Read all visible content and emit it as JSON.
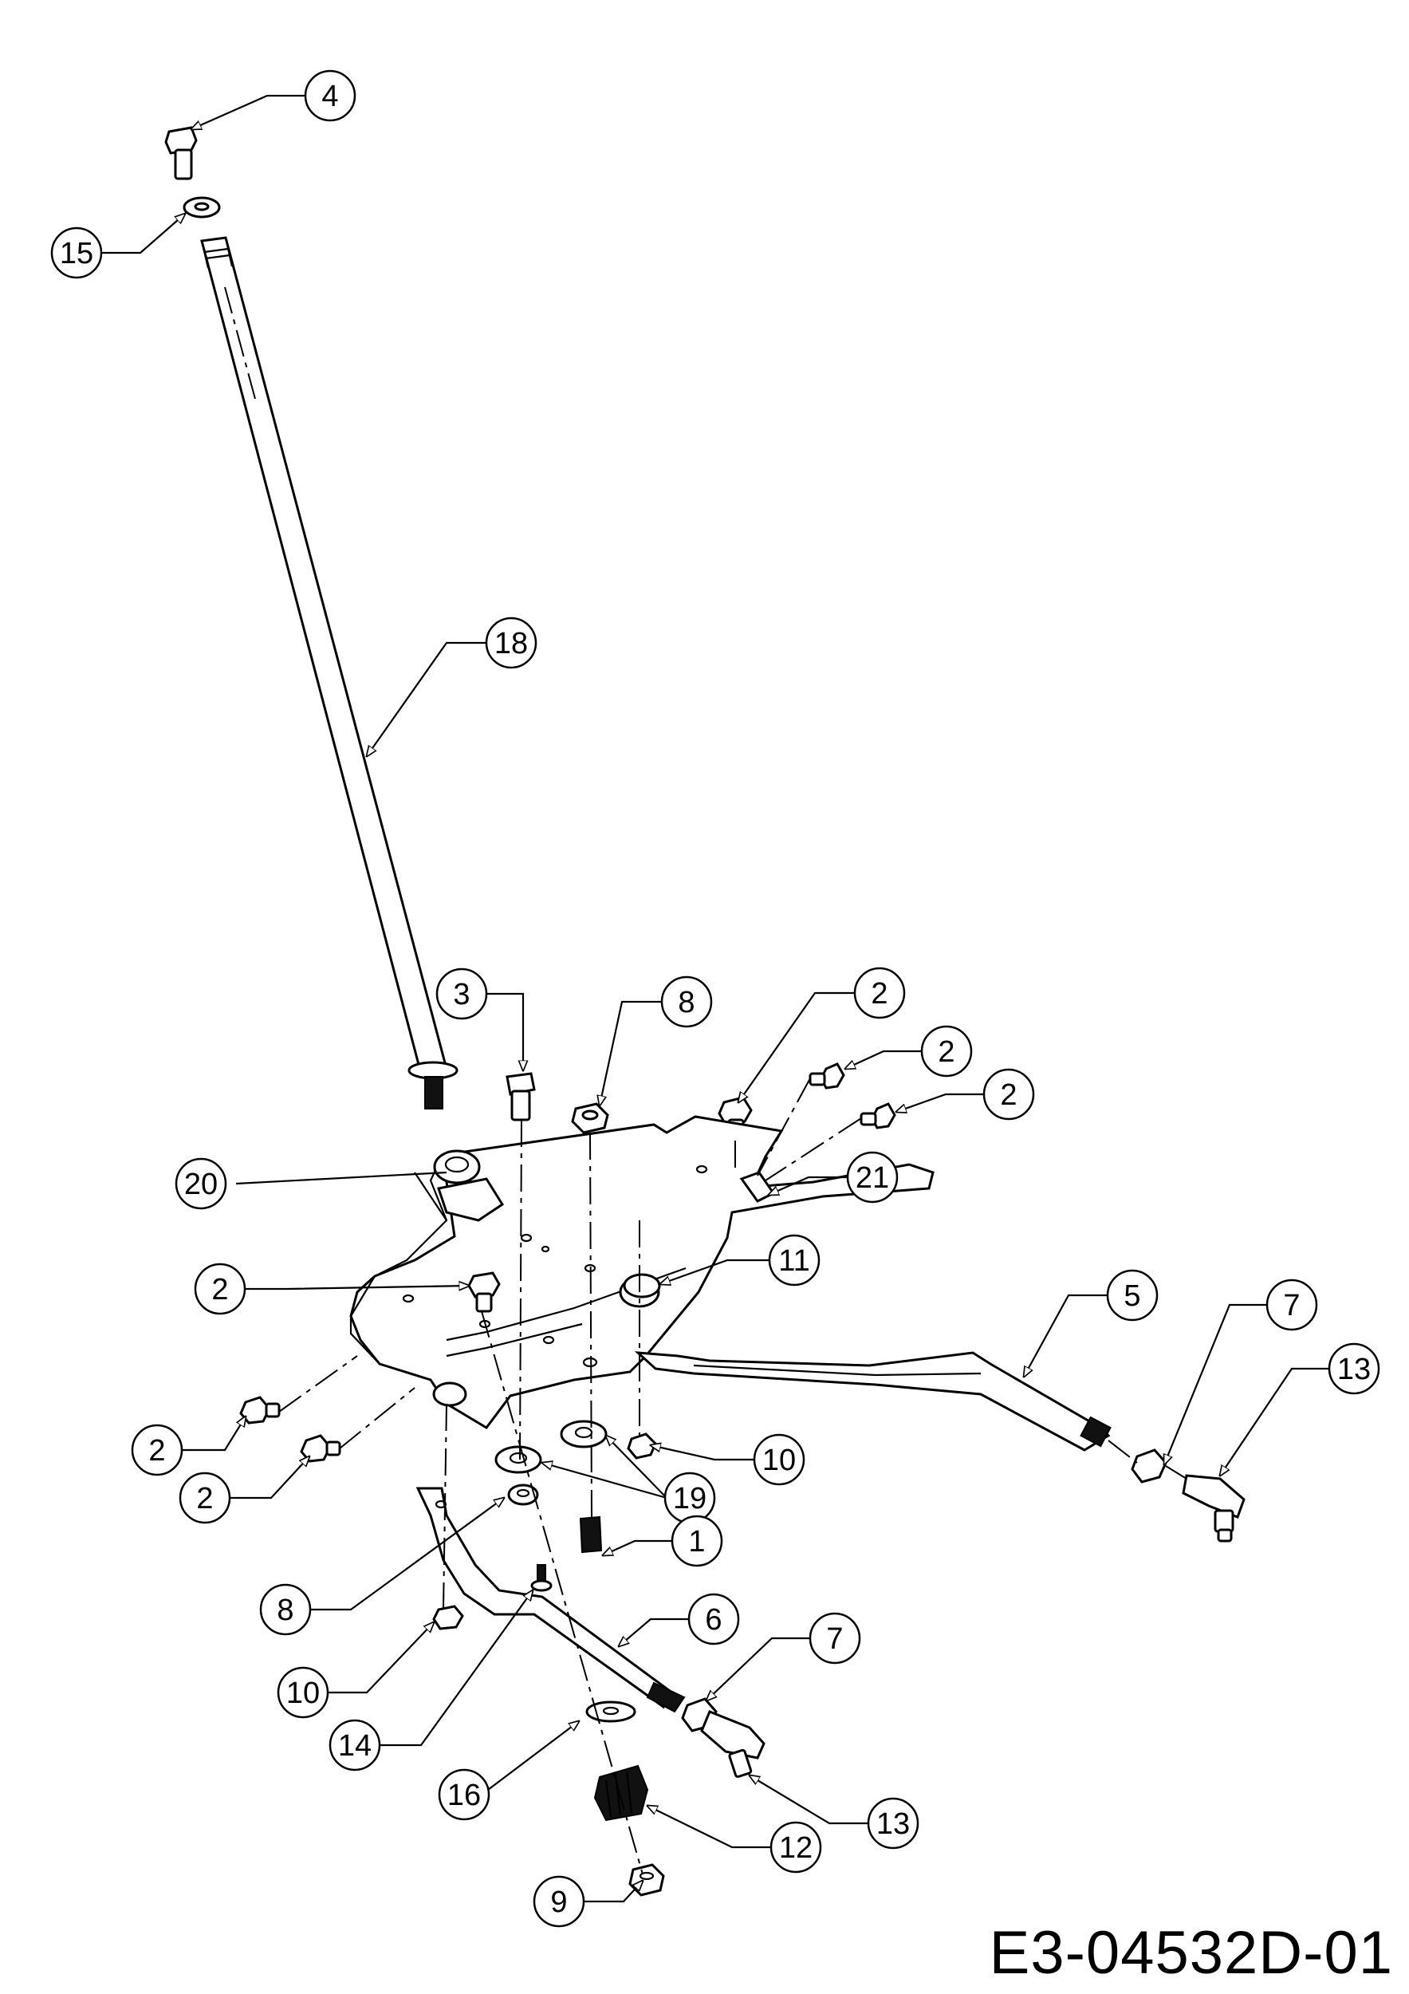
{
  "drawing_number": "E3-04532D-01",
  "callouts": [
    {
      "id": "c4",
      "label": "4"
    },
    {
      "id": "c15",
      "label": "15"
    },
    {
      "id": "c18",
      "label": "18"
    },
    {
      "id": "c3",
      "label": "3"
    },
    {
      "id": "c8a",
      "label": "8"
    },
    {
      "id": "c2a",
      "label": "2"
    },
    {
      "id": "c2b",
      "label": "2"
    },
    {
      "id": "c2c",
      "label": "2"
    },
    {
      "id": "c20",
      "label": "20"
    },
    {
      "id": "c21",
      "label": "21"
    },
    {
      "id": "c11",
      "label": "11"
    },
    {
      "id": "c2d",
      "label": "2"
    },
    {
      "id": "c5",
      "label": "5"
    },
    {
      "id": "c7a",
      "label": "7"
    },
    {
      "id": "c13a",
      "label": "13"
    },
    {
      "id": "c2e",
      "label": "2"
    },
    {
      "id": "c2f",
      "label": "2"
    },
    {
      "id": "c10a",
      "label": "10"
    },
    {
      "id": "c19",
      "label": "19"
    },
    {
      "id": "c1",
      "label": "1"
    },
    {
      "id": "c8b",
      "label": "8"
    },
    {
      "id": "c6",
      "label": "6"
    },
    {
      "id": "c7b",
      "label": "7"
    },
    {
      "id": "c10b",
      "label": "10"
    },
    {
      "id": "c14",
      "label": "14"
    },
    {
      "id": "c16",
      "label": "16"
    },
    {
      "id": "c13b",
      "label": "13"
    },
    {
      "id": "c12",
      "label": "12"
    },
    {
      "id": "c9",
      "label": "9"
    }
  ]
}
